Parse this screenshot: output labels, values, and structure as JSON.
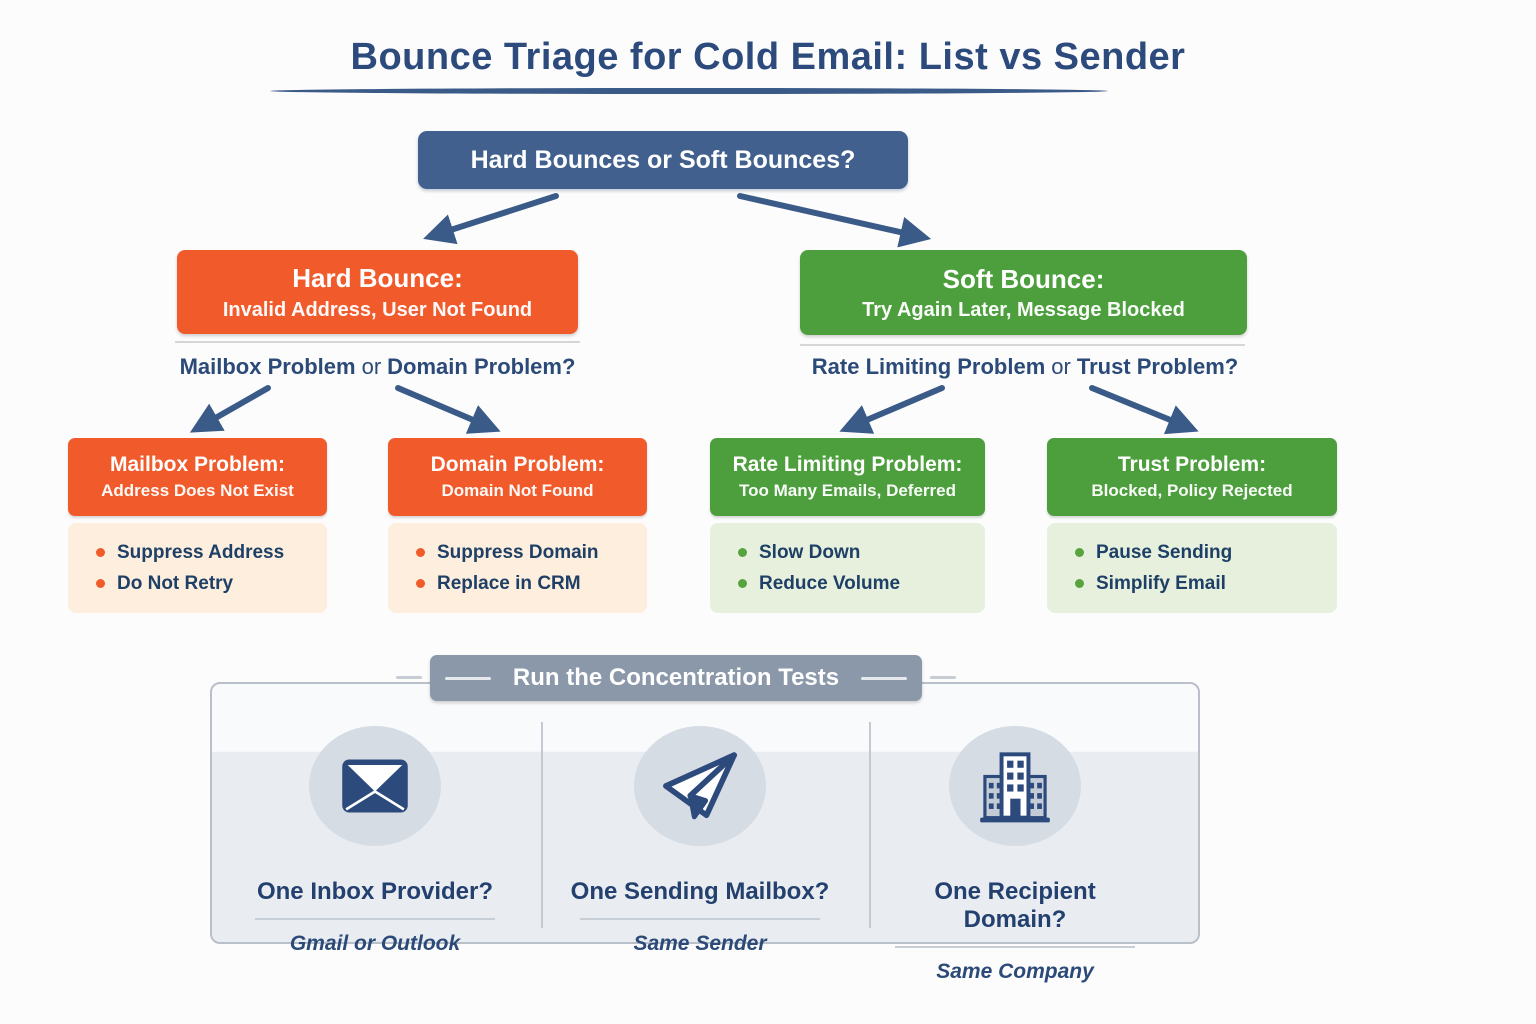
{
  "title": "Bounce Triage for Cold Email: List vs Sender",
  "root": {
    "label": "Hard Bounces or Soft Bounces?"
  },
  "branches": [
    {
      "title": "Hard Bounce:",
      "subtitle": "Invalid Address, User Not Found",
      "color": "#f15b2b"
    },
    {
      "title": "Soft Bounce:",
      "subtitle": "Try Again Later, Message Blocked",
      "color": "#4d9f3d"
    }
  ],
  "questions": [
    {
      "part1": "Mailbox Problem",
      "or": "or",
      "part2": "Domain Problem?"
    },
    {
      "part1": "Rate Limiting Problem",
      "or": "or",
      "part2": "Trust Problem?"
    }
  ],
  "leaves": [
    {
      "title": "Mailbox Problem:",
      "subtitle": "Address Does Not Exist",
      "items": [
        "Suppress Address",
        "Do Not Retry"
      ],
      "type": "hard"
    },
    {
      "title": "Domain Problem:",
      "subtitle": "Domain Not Found",
      "items": [
        "Suppress Domain",
        "Replace in CRM"
      ],
      "type": "hard"
    },
    {
      "title": "Rate Limiting Problem:",
      "subtitle": "Too Many Emails, Deferred",
      "items": [
        "Slow Down",
        "Reduce Volume"
      ],
      "type": "soft"
    },
    {
      "title": "Trust Problem:",
      "subtitle": "Blocked, Policy Rejected",
      "items": [
        "Pause Sending",
        "Simplify Email"
      ],
      "type": "soft"
    }
  ],
  "panel": {
    "header": "Run the Concentration Tests",
    "columns": [
      {
        "icon": "envelope-icon",
        "question": "One Inbox Provider?",
        "answer": "Gmail or Outlook"
      },
      {
        "icon": "paper-plane-icon",
        "question": "One Sending Mailbox?",
        "answer": "Same Sender"
      },
      {
        "icon": "building-icon",
        "question": "One Recipient Domain?",
        "answer": "Same Company"
      }
    ]
  },
  "colors": {
    "title_navy": "#2d4a7c",
    "root_blue": "#41608e",
    "arrow_blue": "#3a5a87",
    "hard_orange": "#f15b2b",
    "soft_green": "#4d9f3d",
    "hard_list_bg": "#fdeedd",
    "soft_list_bg": "#e6f0dc",
    "panel_header_gray": "#8b98aa",
    "panel_bg": "#e9edf2",
    "icon_navy": "#2d4a7c"
  }
}
